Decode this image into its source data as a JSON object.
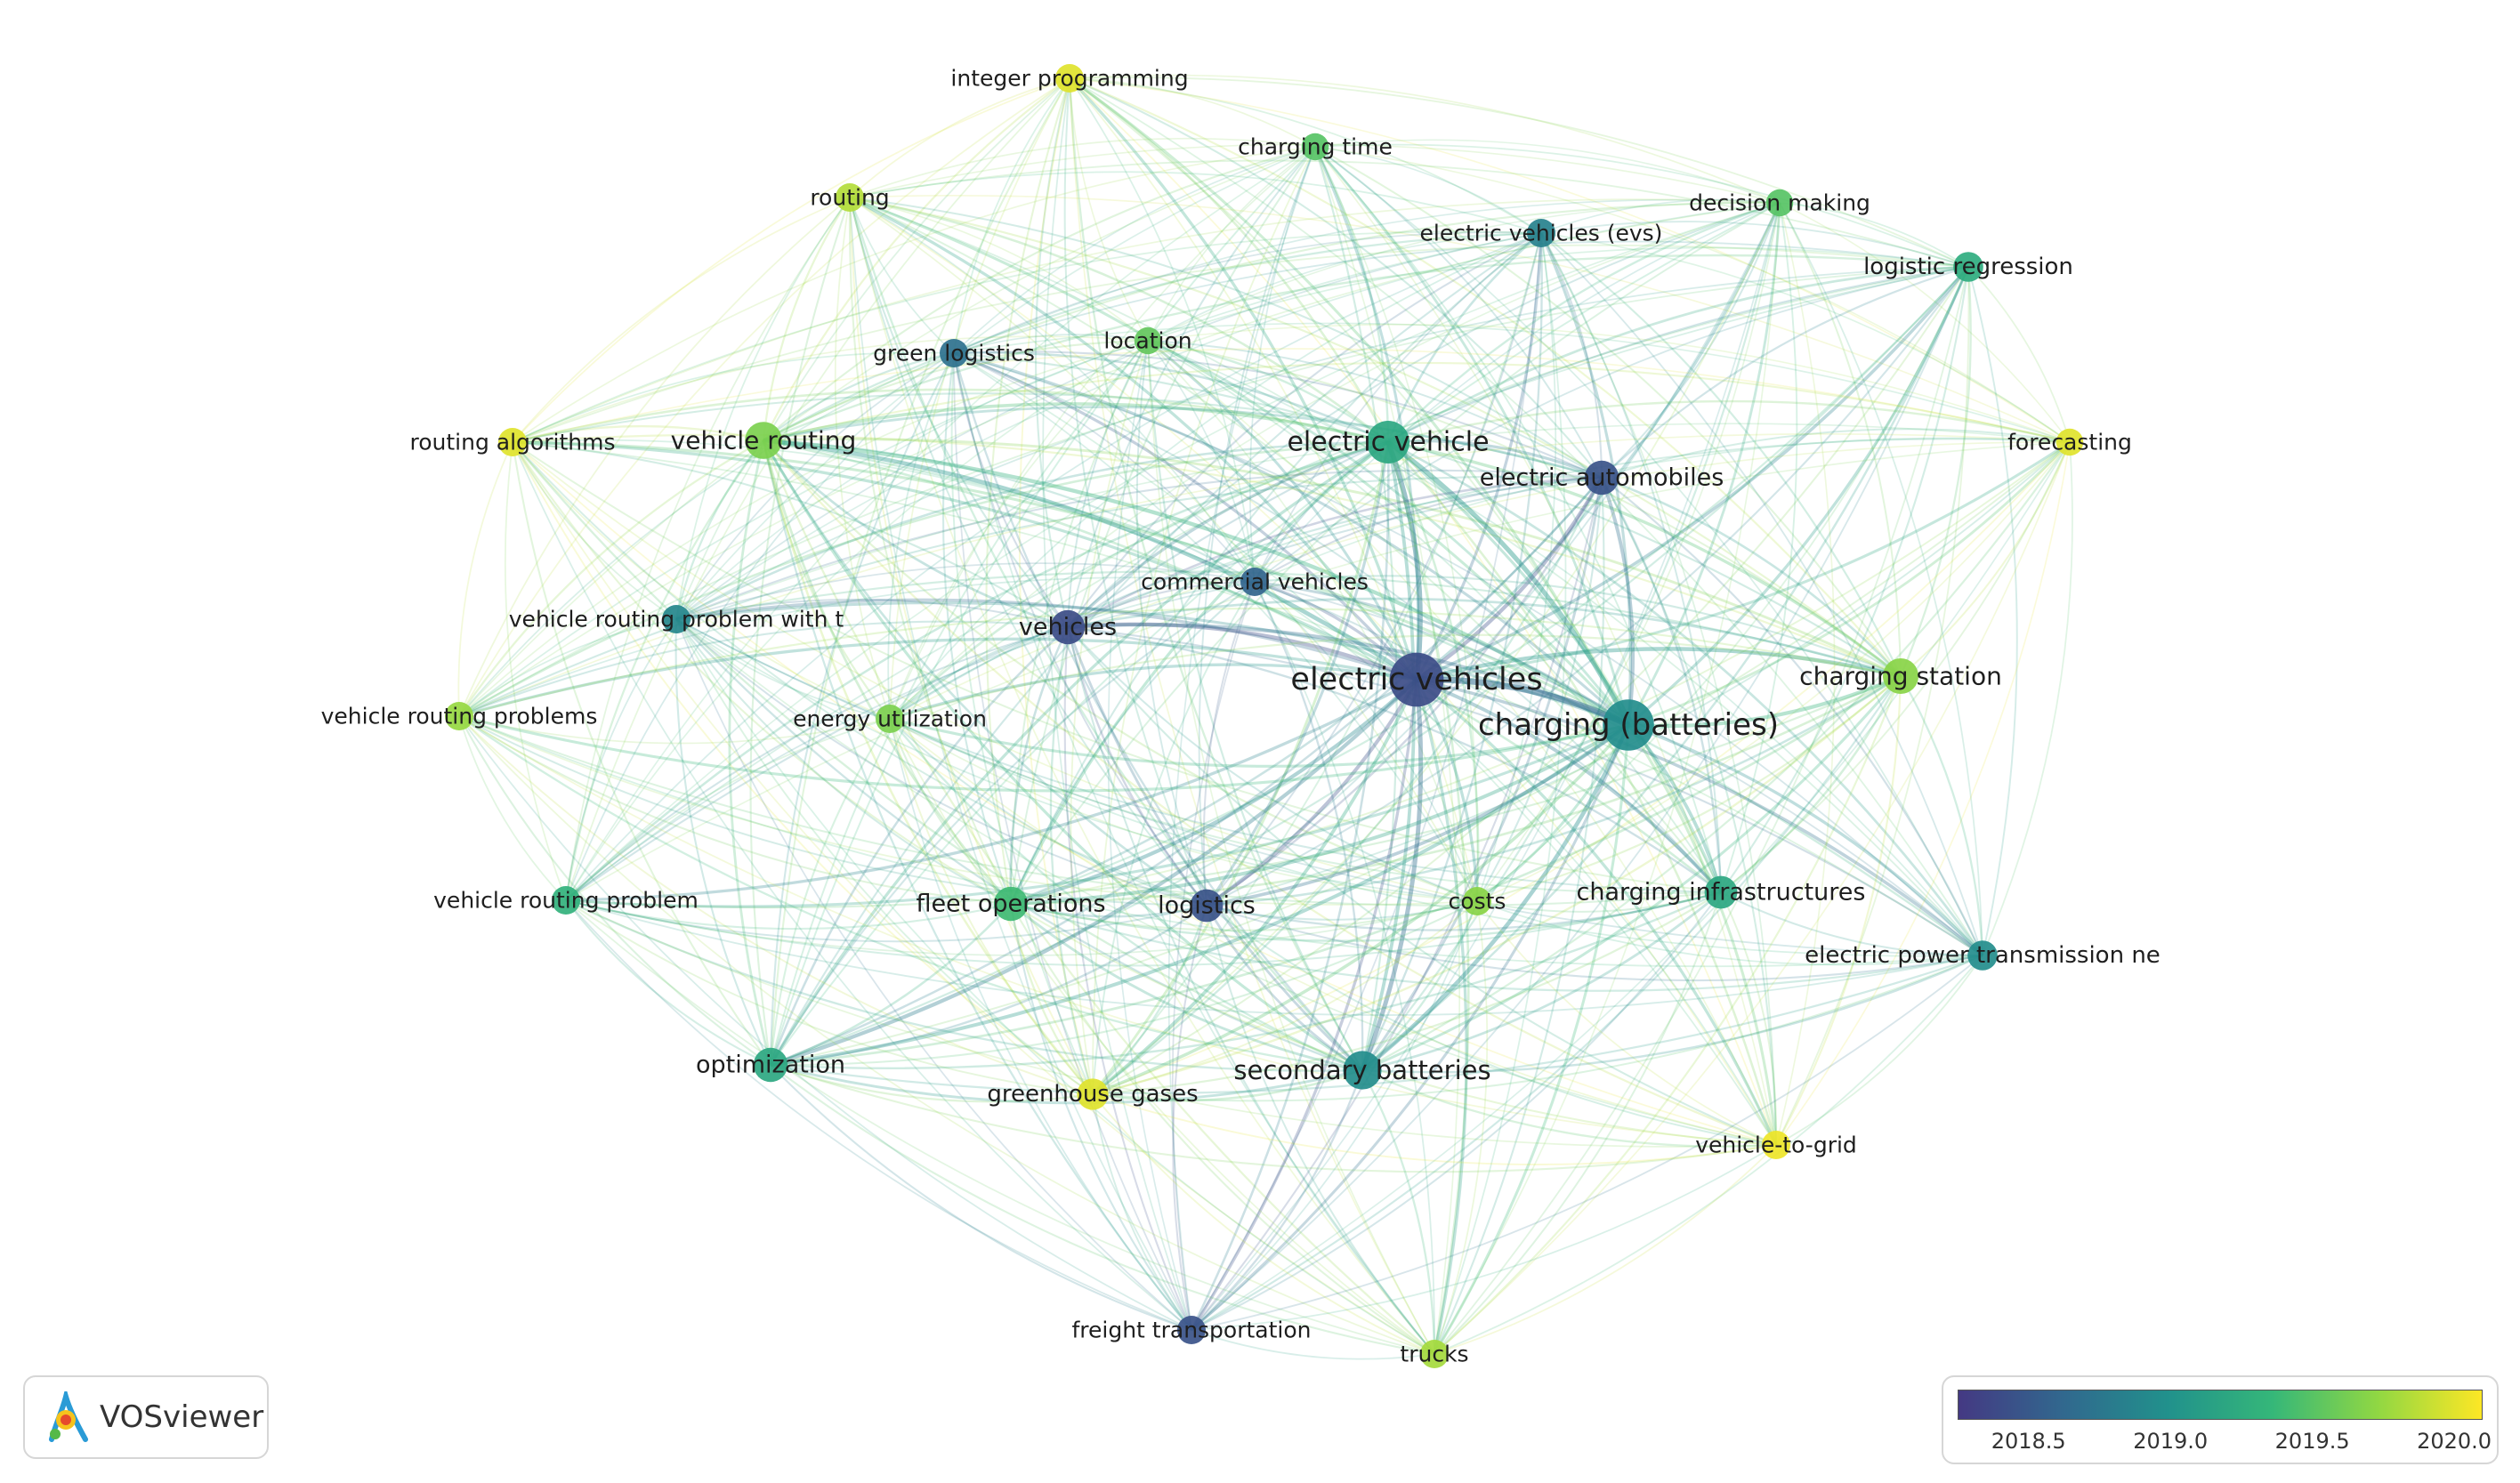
{
  "app": {
    "name": "VOSviewer"
  },
  "legend": {
    "min": 2018.25,
    "max": 2020.1,
    "ticks": [
      "2018.5",
      "2019.0",
      "2019.5",
      "2020.0"
    ],
    "tick_values": [
      2018.5,
      2019.0,
      2019.5,
      2020.0
    ],
    "colors": [
      "#443983",
      "#31688e",
      "#21918c",
      "#35b779",
      "#90d743",
      "#fde725"
    ]
  },
  "nodes": [
    {
      "id": "integer-programming",
      "label": "integer programming",
      "year": 2020.0,
      "weight": 1.0
    },
    {
      "id": "charging-time",
      "label": "charging time",
      "year": 2019.5,
      "weight": 0.9
    },
    {
      "id": "routing",
      "label": "routing",
      "year": 2019.85,
      "weight": 1.0
    },
    {
      "id": "electric-vehicles-evs",
      "label": "electric vehicles (evs)",
      "year": 2018.85,
      "weight": 1.0
    },
    {
      "id": "decision-making",
      "label": "decision making",
      "year": 2019.5,
      "weight": 0.9
    },
    {
      "id": "logistic-regression",
      "label": "logistic regression",
      "year": 2019.25,
      "weight": 1.1
    },
    {
      "id": "green-logistics",
      "label": "green logistics",
      "year": 2018.7,
      "weight": 1.0
    },
    {
      "id": "location",
      "label": "location",
      "year": 2019.55,
      "weight": 0.9
    },
    {
      "id": "routing-algorithms",
      "label": "routing algorithms",
      "year": 2020.0,
      "weight": 1.0
    },
    {
      "id": "vehicle-routing",
      "label": "vehicle routing",
      "year": 2019.65,
      "weight": 1.6
    },
    {
      "id": "electric-vehicle",
      "label": "electric vehicle",
      "year": 2019.2,
      "weight": 2.0
    },
    {
      "id": "forecasting",
      "label": "forecasting",
      "year": 2020.0,
      "weight": 0.9
    },
    {
      "id": "electric-automobiles",
      "label": "electric automobiles",
      "year": 2018.45,
      "weight": 1.4
    },
    {
      "id": "commercial-vehicles",
      "label": "commercial vehicles",
      "year": 2018.6,
      "weight": 1.0
    },
    {
      "id": "vehicle-routing-problem-with-t",
      "label": "vehicle routing problem with t",
      "year": 2018.9,
      "weight": 1.0
    },
    {
      "id": "vehicles",
      "label": "vehicles",
      "year": 2018.4,
      "weight": 1.4
    },
    {
      "id": "electric-vehicles",
      "label": "electric vehicles",
      "year": 2018.4,
      "weight": 2.8
    },
    {
      "id": "charging-station",
      "label": "charging station",
      "year": 2019.7,
      "weight": 1.5
    },
    {
      "id": "vehicle-routing-problems",
      "label": "vehicle routing problems",
      "year": 2019.75,
      "weight": 1.0
    },
    {
      "id": "energy-utilization",
      "label": "energy utilization",
      "year": 2019.65,
      "weight": 1.0
    },
    {
      "id": "charging-batteries",
      "label": "charging (batteries)",
      "year": 2018.95,
      "weight": 2.6
    },
    {
      "id": "vehicle-routing-problem",
      "label": "vehicle routing problem",
      "year": 2019.3,
      "weight": 1.0
    },
    {
      "id": "fleet-operations",
      "label": "fleet operations",
      "year": 2019.4,
      "weight": 1.4
    },
    {
      "id": "logistics",
      "label": "logistics",
      "year": 2018.45,
      "weight": 1.3
    },
    {
      "id": "costs",
      "label": "costs",
      "year": 2019.7,
      "weight": 1.0
    },
    {
      "id": "charging-infrastructures",
      "label": "charging infrastructures",
      "year": 2019.2,
      "weight": 1.3
    },
    {
      "id": "electric-power-transmission-ne",
      "label": "electric power transmission ne",
      "year": 2018.95,
      "weight": 1.1
    },
    {
      "id": "optimization",
      "label": "optimization",
      "year": 2019.2,
      "weight": 1.4
    },
    {
      "id": "greenhouse-gases",
      "label": "greenhouse gases",
      "year": 2020.0,
      "weight": 1.2
    },
    {
      "id": "secondary-batteries",
      "label": "secondary batteries",
      "year": 2018.95,
      "weight": 1.7
    },
    {
      "id": "vehicle-to-grid",
      "label": "vehicle-to-grid",
      "year": 2020.05,
      "weight": 1.0
    },
    {
      "id": "freight-transportation",
      "label": "freight transportation",
      "year": 2018.45,
      "weight": 1.0
    },
    {
      "id": "trucks",
      "label": "trucks",
      "year": 2019.8,
      "weight": 1.0
    }
  ]
}
